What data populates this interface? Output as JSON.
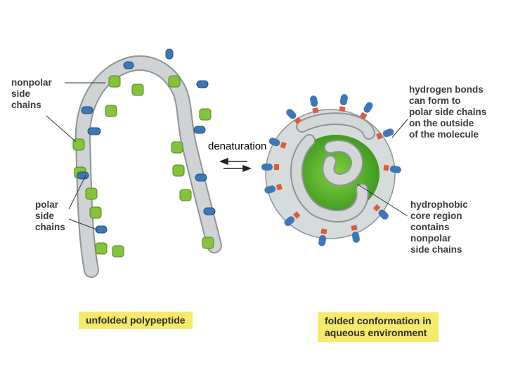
{
  "labels": {
    "nonpolar": "nonpolar\nside\nchains",
    "polar": "polar\nside\nchains",
    "hydrogen": "hydrogen bonds\ncan form to\npolar side chains\non the outside\nof the molecule",
    "hydrophobic": "hydrophobic\ncore region\ncontains\nnonpolar\nside chains",
    "denaturation": "denaturation"
  },
  "captions": {
    "unfolded": "unfolded polypeptide",
    "folded": "folded conformation in\naqueous environment"
  },
  "colors": {
    "chain": "#c9cdcf",
    "chain_edge": "#8e9496",
    "nonpolar_side_chain": "#86c23a",
    "polar_side_chain": "#3c78b8",
    "core": "#5fb52e",
    "hbond": "#e05a3a",
    "caption_bg": "#f5ea6a"
  }
}
